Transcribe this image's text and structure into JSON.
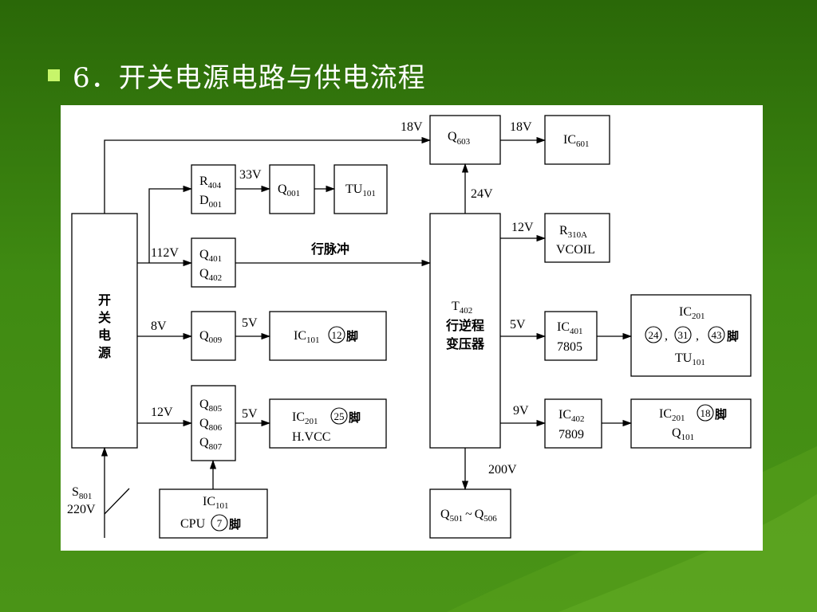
{
  "slide": {
    "bullet": "■",
    "title": "6．开关电源电路与供电流程"
  },
  "theme": {
    "background": "#3f8a12",
    "accent": "#c7f56a",
    "panel": "#ffffff"
  },
  "diagram": {
    "blocks": {
      "power": [
        "开",
        "关",
        "电",
        "源"
      ],
      "r404": {
        "main": "R",
        "sub": "404"
      },
      "d001": {
        "main": "D",
        "sub": "001"
      },
      "q001": {
        "main": "Q",
        "sub": "001"
      },
      "tu101": {
        "main": "TU",
        "sub": "101"
      },
      "q603": {
        "main": "Q",
        "sub": "603"
      },
      "ic601": {
        "main": "IC",
        "sub": "601"
      },
      "q401": {
        "main": "Q",
        "sub": "401"
      },
      "q402": {
        "main": "Q",
        "sub": "402"
      },
      "q009": {
        "main": "Q",
        "sub": "009"
      },
      "ic101_pin": {
        "main": "IC",
        "sub": "101",
        "pin": "12",
        "tail": "脚"
      },
      "q805": {
        "main": "Q",
        "sub": "805"
      },
      "q806": {
        "main": "Q",
        "sub": "806"
      },
      "q807": {
        "main": "Q",
        "sub": "807"
      },
      "ic201_pin": {
        "main": "IC",
        "sub": "201",
        "pin": "25",
        "tail": "脚",
        "line2": "H.VCC"
      },
      "cpu": {
        "main": "IC",
        "sub": "101",
        "cpu": "CPU",
        "pin": "7",
        "tail": "脚"
      },
      "t402": {
        "main": "T",
        "sub": "402",
        "line2": "行逆程",
        "line3": "变压器"
      },
      "r310a": {
        "main": "R",
        "sub": "310A",
        "line2": "VCOIL"
      },
      "ic401": {
        "main": "IC",
        "sub": "401",
        "line2": "7805"
      },
      "ic201_multi": {
        "main": "IC",
        "sub": "201",
        "pins": [
          "24",
          "31",
          "43"
        ],
        "sep": ",",
        "tail": "脚",
        "tu": "TU",
        "tu_sub": "101"
      },
      "ic402": {
        "main": "IC",
        "sub": "402",
        "line2": "7809"
      },
      "ic201_18": {
        "main": "IC",
        "sub": "201",
        "pin": "18",
        "tail": "脚",
        "q": "Q",
        "q_sub": "101"
      },
      "q501": {
        "main": "Q",
        "sub": "501",
        "tilde": "~",
        "main2": "Q",
        "sub2": "506"
      },
      "s801": {
        "main": "S",
        "sub": "801",
        "voltage": "220V"
      }
    },
    "labels": {
      "v18_in": "18V",
      "v18_out": "18V",
      "v33": "33V",
      "v24": "24V",
      "v12_r": "12V",
      "v112": "112V",
      "hpulse": "行脉冲",
      "v8": "8V",
      "v5_q009": "5V",
      "v5_t402": "5V",
      "v12": "12V",
      "v5_q805": "5V",
      "v9": "9V",
      "v200": "200V"
    }
  }
}
